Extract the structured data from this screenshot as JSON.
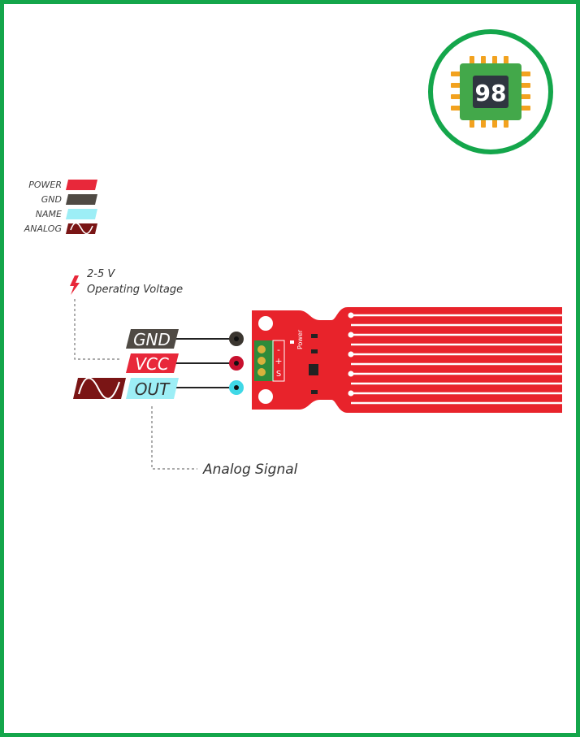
{
  "logo": {
    "number": "98"
  },
  "legend": {
    "items": [
      {
        "label": "POWER",
        "color": "#e8283a"
      },
      {
        "label": "GND",
        "color": "#4f4a44"
      },
      {
        "label": "NAME",
        "color": "#9deef6"
      },
      {
        "label": "ANALOG",
        "color": "#7a1515"
      }
    ]
  },
  "annotations": {
    "voltage_value": "2-5 V",
    "voltage_label": "Operating Voltage",
    "analog_signal": "Analog Signal"
  },
  "pins": [
    {
      "label": "GND",
      "color": "#4f4a44",
      "text_color": "#ffffff",
      "dot": "#3b3630"
    },
    {
      "label": "VCC",
      "color": "#e8283a",
      "text_color": "#ffffff",
      "dot": "#c8102e"
    },
    {
      "label": "OUT",
      "color": "#9deef6",
      "text_color": "#333333",
      "dot": "#3fd8e6"
    }
  ],
  "board": {
    "color": "#e8232b",
    "silk_power": "Power",
    "silk_pins": [
      "-",
      "+",
      "S"
    ]
  },
  "colors": {
    "frame": "#14a64b",
    "logo_chip": "#43a84a",
    "logo_pins": "#f2a21f"
  }
}
